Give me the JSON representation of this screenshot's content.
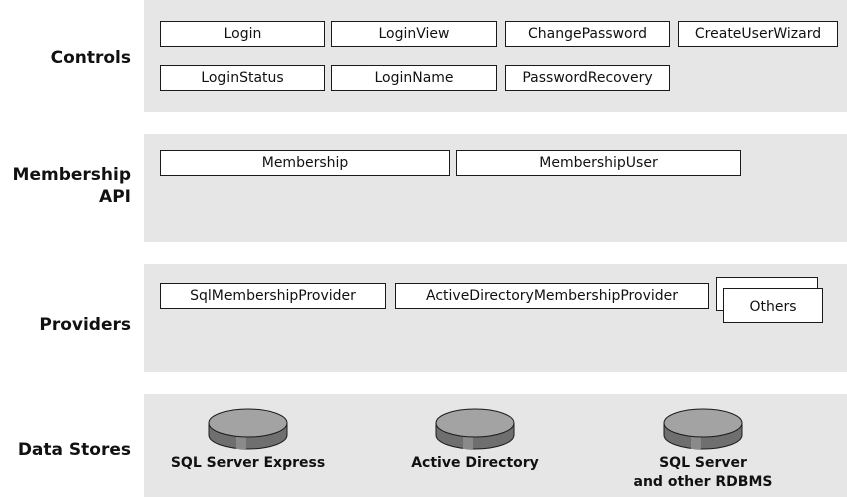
{
  "layers": {
    "controls": {
      "label": "Controls"
    },
    "membership_api": {
      "label": "Membership\nAPI"
    },
    "providers": {
      "label": "Providers"
    },
    "data_stores": {
      "label": "Data Stores"
    }
  },
  "controls": {
    "login": "Login",
    "login_view": "LoginView",
    "change_password": "ChangePassword",
    "create_user_wizard": "CreateUserWizard",
    "login_status": "LoginStatus",
    "login_name": "LoginName",
    "password_recovery": "PasswordRecovery"
  },
  "membership_api": {
    "membership": "Membership",
    "membership_user": "MembershipUser"
  },
  "providers": {
    "sql_membership_provider": "SqlMembershipProvider",
    "active_directory_membership_provider": "ActiveDirectoryMembershipProvider",
    "others": "Others"
  },
  "data_stores": {
    "sql_server_express": "SQL Server Express",
    "active_directory": "Active Directory",
    "sql_server_rdbms": "SQL Server\nand other RDBMS"
  },
  "colors": {
    "band": "#e6e6e6",
    "box_border": "#1a1a1a",
    "db_top": "#9a9a9a",
    "db_body": "#6f6f6f"
  }
}
